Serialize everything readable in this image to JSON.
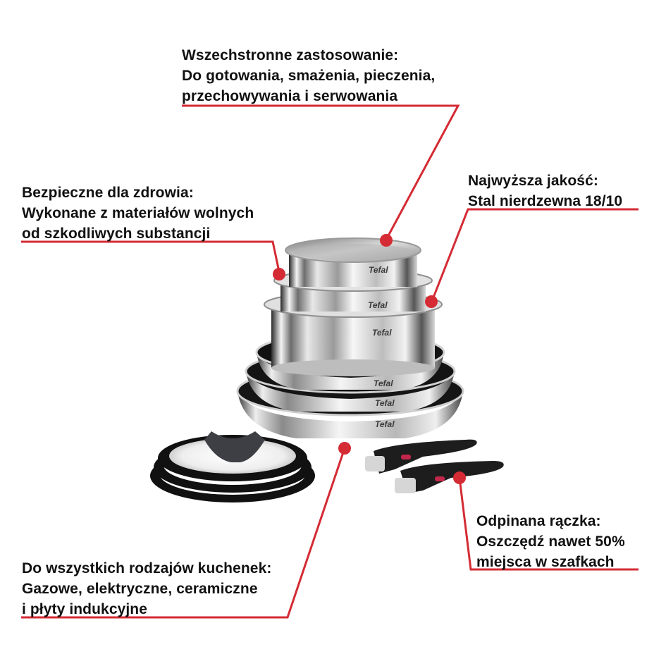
{
  "theme": {
    "accent": "#d42b34",
    "text": "#111111",
    "background": "#ffffff"
  },
  "product": {
    "brand": "Tefal",
    "items": [
      "saucepan-small",
      "saucepan-medium",
      "saucepan-large",
      "frying-pan-small",
      "frying-pan-medium",
      "frying-pan-large",
      "glass-lids",
      "detachable-handles"
    ]
  },
  "callouts": {
    "top": {
      "title": "Wszechstronne zastosowanie:",
      "lines": [
        "Do gotowania, smażenia, pieczenia,",
        "przechowywania i serwowania"
      ]
    },
    "left": {
      "title": "Bezpieczne dla zdrowia:",
      "lines": [
        "Wykonane z materiałów wolnych",
        "od szkodliwych substancji"
      ]
    },
    "right": {
      "title": "Najwyższa jakość:",
      "lines": [
        "Stal nierdzewna 18/10"
      ]
    },
    "handle": {
      "title": "Odpinana rączka:",
      "lines": [
        "Oszczędź nawet 50%",
        "miejsca w szafkach"
      ]
    },
    "bottom": {
      "title": "Do wszystkich rodzajów kuchenek:",
      "lines": [
        "Gazowe, elektryczne, ceramiczne",
        "i płyty indukcyjne"
      ]
    }
  }
}
